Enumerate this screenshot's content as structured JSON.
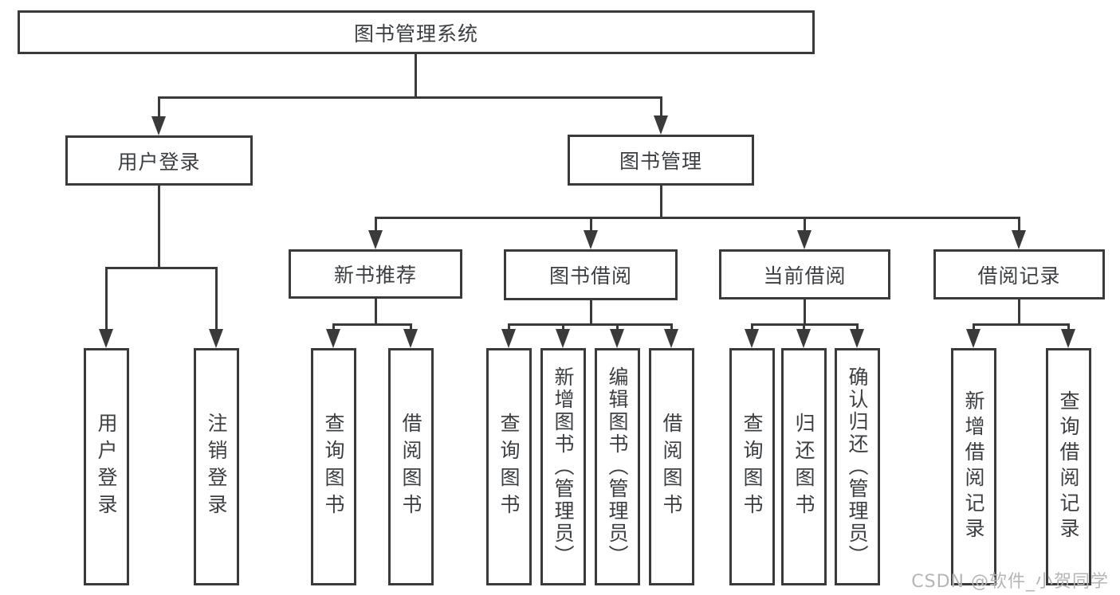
{
  "nodes": {
    "root": "图书管理系统",
    "user_login": "用户登录",
    "book_management": "图书管理",
    "new_book_recommend": "新书推荐",
    "book_borrowing": "图书借阅",
    "current_borrowing": "当前借阅",
    "borrowing_records": "借阅记录"
  },
  "leaves": {
    "user_login": [
      "用户登录",
      "注销登录"
    ],
    "new_book_recommend": [
      "查询图书",
      "借阅图书"
    ],
    "book_borrowing": [
      "查询图书",
      "新增图书（管理员）",
      "编辑图书（管理员）",
      "借阅图书"
    ],
    "current_borrowing": [
      "查询图书",
      "归还图书",
      "确认归还（管理员）"
    ],
    "borrowing_records": [
      "新增借阅记录",
      "查询借阅记录"
    ]
  },
  "watermark": "CSDN @软件_小贺同学",
  "colors": {
    "line": "#3a3a3a",
    "text": "#3c3f42",
    "watermark": "#b5b5b5",
    "background": "#ffffff"
  }
}
